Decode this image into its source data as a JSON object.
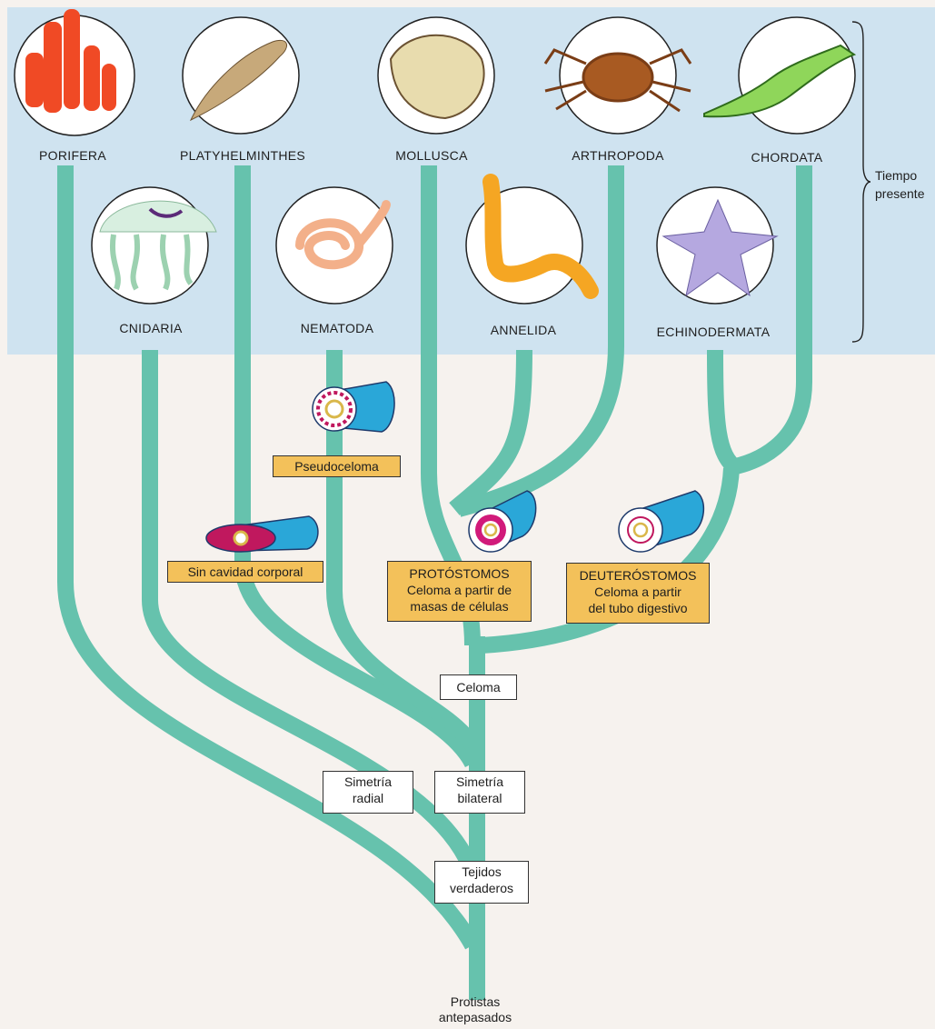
{
  "phyla": {
    "porifera": "PORIFERA",
    "platyhelminthes": "PLATYHELMINTHES",
    "mollusca": "MOLLUSCA",
    "arthropoda": "ARTHROPODA",
    "chordata": "CHORDATA",
    "cnidaria": "CNIDARIA",
    "nematoda": "NEMATODA",
    "annelida": "ANNELIDA",
    "echinodermata": "ECHINODERMATA"
  },
  "time_label": {
    "line1": "Tiempo",
    "line2": "presente"
  },
  "characters": {
    "pseudoceloma": "Pseudoceloma",
    "sin_cavidad": "Sin cavidad corporal",
    "protostomos_title": "PROTÓSTOMOS",
    "protostomos_line2": "Celoma a partir de",
    "protostomos_line3": "masas de células",
    "deuterostomos_title": "DEUTERÓSTOMOS",
    "deuterostomos_line2": "Celoma a partir",
    "deuterostomos_line3": "del tubo digestivo",
    "celoma": "Celoma",
    "simetria_radial_1": "Simetría",
    "simetria_radial_2": "radial",
    "simetria_bilateral_1": "Simetría",
    "simetria_bilateral_2": "bilateral",
    "tejidos_1": "Tejidos",
    "tejidos_2": "verdaderos"
  },
  "root_label": {
    "line1": "Protistas",
    "line2": "antepasados"
  },
  "colors": {
    "branch": "#66c2ad",
    "band": "#cfe3f0",
    "label_box": "#f3c15a",
    "tube": "#2aa7d8",
    "coelom": "#d11a7a"
  },
  "icons": [
    "sponge-icon",
    "flatworm-icon",
    "shell-icon",
    "crab-icon",
    "lizard-icon",
    "jellyfish-icon",
    "roundworm-icon",
    "segmented-worm-icon",
    "starfish-icon"
  ]
}
